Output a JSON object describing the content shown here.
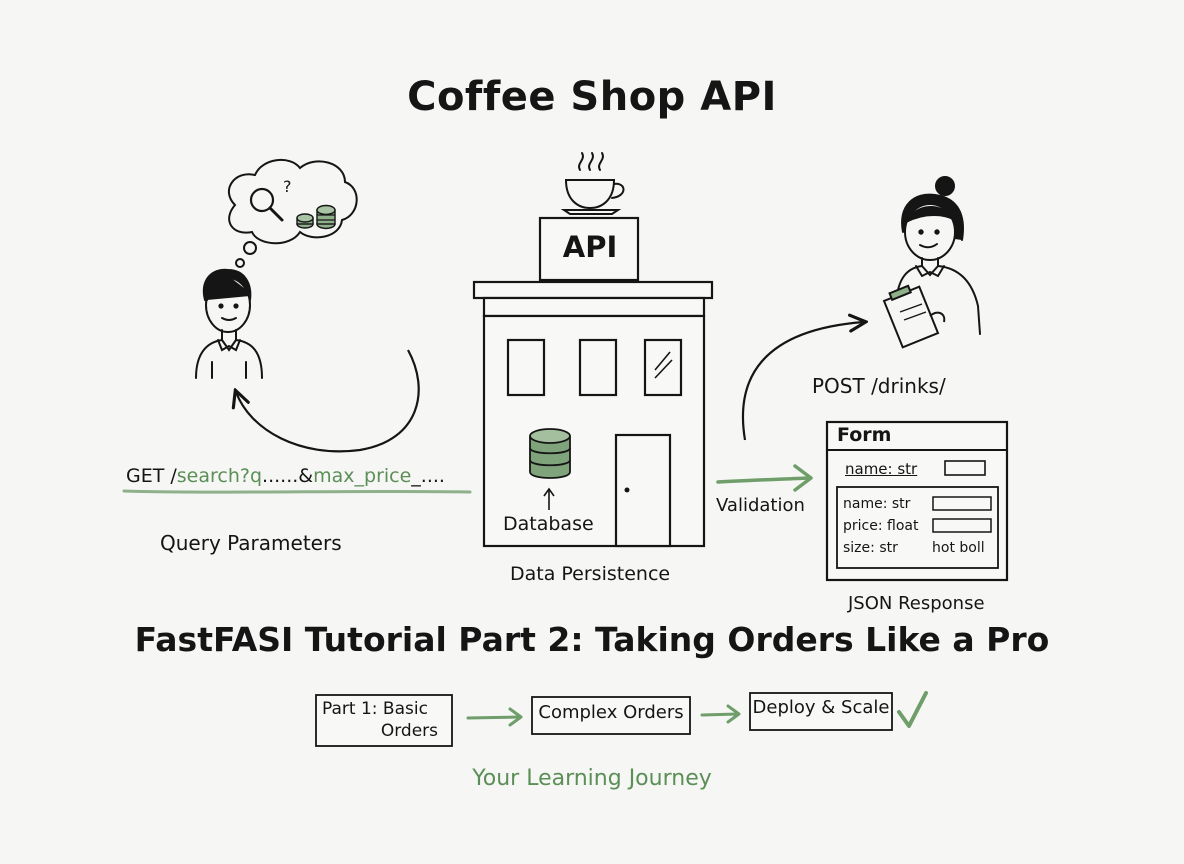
{
  "title": "Coffee Shop API",
  "subtitle": "FastFASI Tutorial Part 2: Taking Orders Like a Pro",
  "building": {
    "sign": "API",
    "database_label": "Database",
    "caption": "Data Persistence"
  },
  "get_request": {
    "method": "GET /",
    "path_part1": "search?q",
    "mid_part": "......&",
    "path_part2": "max_price",
    "tail": "_....",
    "caption": "Query Parameters"
  },
  "post_request": {
    "label": "POST /drinks/"
  },
  "validation_label": "Validation",
  "form": {
    "title": "Form",
    "field_top": "name:  str",
    "field_name": "name: str",
    "field_price": "price: float",
    "field_size": "size: str",
    "field_size_options": "hot  boll",
    "caption": "JSON Response"
  },
  "journey": {
    "steps": [
      "Part 1: Basic",
      "Orders",
      "Complex Orders",
      "Deploy & Scale"
    ],
    "caption": "Your Learning Journey"
  },
  "colors": {
    "ink": "#151515",
    "accent_green": "#6f9e6a",
    "dark_green": "#5b8f57",
    "background": "#f6f6f4"
  },
  "icons": [
    "thought-bubble-icon",
    "magnifier-icon",
    "coins-icon",
    "coffee-cup-icon",
    "database-icon",
    "clipboard-icon",
    "check-icon"
  ]
}
